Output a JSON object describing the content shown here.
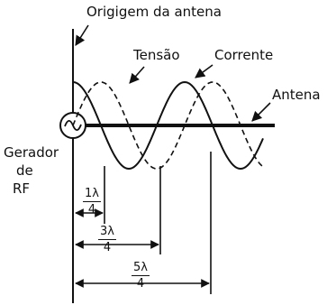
{
  "labels": {
    "origin": "Origigem da antena",
    "voltage": "Tensão",
    "current": "Corrente",
    "antenna": "Antena",
    "generator": [
      "Gerador",
      "de",
      "RF"
    ]
  },
  "fractions": [
    {
      "numerator": "1λ",
      "denominator": "4"
    },
    {
      "numerator": "3λ",
      "denominator": "4"
    },
    {
      "numerator": "5λ",
      "denominator": "4"
    }
  ],
  "colors": {
    "ink": "#111111",
    "background": "#ffffff"
  }
}
